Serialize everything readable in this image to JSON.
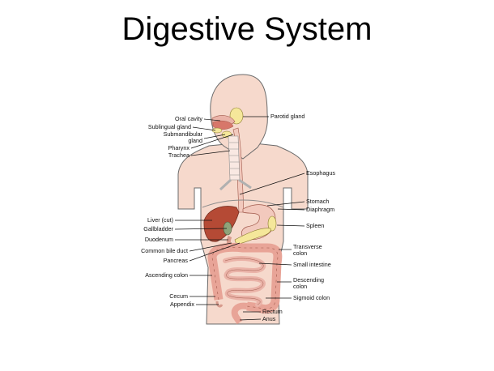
{
  "title": "Digestive System",
  "colors": {
    "skin": "#f6d9cc",
    "outline": "#6b6b6b",
    "organ_pink": "#eab3a8",
    "liver": "#b54a35",
    "gland_yellow": "#f5e79a",
    "gallbladder": "#8fa37a",
    "esophagus": "#f2c9bd"
  },
  "labels": {
    "oral_cavity": "Oral cavity",
    "sublingual_gland": "Sublingual gland",
    "submandibular_1": "Submandibular",
    "submandibular_2": "gland",
    "pharynx": "Pharynx",
    "trachea": "Trachea",
    "parotid_gland": "Parotid gland",
    "esophagus": "Esophagus",
    "stomach": "Stomach",
    "diaphragm": "Diaphragm",
    "spleen": "Spleen",
    "liver": "Liver (cut)",
    "gallbladder": "Gallbladder",
    "duodenum": "Duodenum",
    "common_bile_duct": "Common bile duct",
    "pancreas": "Pancreas",
    "ascending_colon": "Ascending colon",
    "cecum": "Cecum",
    "appendix": "Appendix",
    "transverse_colon_1": "Transverse",
    "transverse_colon_2": "colon",
    "small_intestine": "Small intestine",
    "descending_colon_1": "Descending",
    "descending_colon_2": "colon",
    "sigmoid_colon": "Sigmoid colon",
    "rectum": "Rectum",
    "anus": "Anus"
  }
}
